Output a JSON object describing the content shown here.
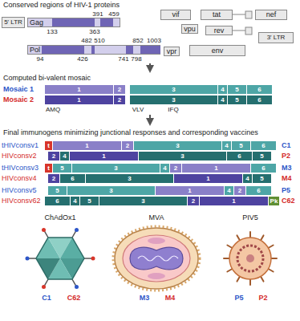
{
  "diagram": {
    "nodes": [
      {
        "text": [
          "5' LTR"
        ]
      },
      {
        "text": [
          "Gag"
        ]
      },
      {
        "text": [
          "vif"
        ]
      },
      {
        "text": [
          "tat"
        ]
      },
      {
        "text": [
          "nef"
        ]
      },
      {
        "text": [
          "vpu"
        ]
      },
      {
        "text": [
          "rev"
        ]
      },
      {
        "text": [
          "3' LTR"
        ]
      },
      {
        "text": [
          "Pol"
        ]
      },
      {
        "text": [
          "vpr"
        ]
      },
      {
        "text": [
          "env"
        ]
      },
      {
        "text": [
          "1"
        ]
      },
      {
        "text": [
          "2"
        ]
      },
      {
        "text": [
          "3"
        ]
      },
      {
        "text": [
          "4"
        ]
      },
      {
        "text": [
          "5"
        ]
      },
      {
        "text": [
          "6"
        ]
      },
      {
        "text": [
          "1"
        ]
      },
      {
        "text": [
          "2"
        ]
      },
      {
        "text": [
          "3"
        ]
      },
      {
        "text": [
          "4"
        ]
      },
      {
        "text": [
          "5"
        ]
      },
      {
        "text": [
          "6"
        ]
      },
      {
        "text": [
          "t"
        ]
      },
      {
        "text": [
          "1"
        ]
      },
      {
        "text": [
          "2"
        ]
      },
      {
        "text": [
          "3"
        ]
      },
      {
        "text": [
          "4"
        ]
      },
      {
        "text": [
          "5"
        ]
      },
      {
        "text": [
          "6"
        ]
      },
      {
        "text": [
          "2"
        ]
      },
      {
        "text": [
          "4"
        ]
      },
      {
        "text": [
          "1"
        ]
      },
      {
        "text": [
          "3"
        ]
      },
      {
        "text": [
          "6"
        ]
      },
      {
        "text": [
          "5"
        ]
      },
      {
        "text": [
          "t"
        ]
      },
      {
        "text": [
          "5"
        ]
      },
      {
        "text": [
          "3"
        ]
      },
      {
        "text": [
          "4"
        ]
      },
      {
        "text": [
          "2"
        ]
      },
      {
        "text": [
          "1"
        ]
      },
      {
        "text": [
          "6"
        ]
      },
      {
        "text": [
          "2"
        ]
      },
      {
        "text": [
          "6"
        ]
      },
      {
        "text": [
          "3"
        ]
      },
      {
        "text": [
          "1"
        ]
      },
      {
        "text": [
          "4"
        ]
      },
      {
        "text": [
          "5"
        ]
      },
      {
        "text": [
          "5"
        ]
      },
      {
        "text": [
          "3"
        ]
      },
      {
        "text": [
          "1"
        ]
      },
      {
        "text": [
          "4"
        ]
      },
      {
        "text": [
          "2"
        ]
      },
      {
        "text": [
          "6"
        ]
      },
      {
        "text": [
          "6"
        ]
      },
      {
        "text": [
          "4"
        ]
      },
      {
        "text": [
          "5"
        ]
      },
      {
        "text": [
          "3"
        ]
      },
      {
        "text": [
          "2"
        ]
      },
      {
        "text": [
          "1"
        ]
      },
      {
        "text": [
          "Pk"
        ]
      }
    ],
    "labels": [
      "Conserved regions of HIV-1 proteins",
      "391",
      "459",
      "133",
      "363",
      "482",
      "510",
      "852",
      "1003",
      "94",
      "426",
      "741",
      "798",
      "Computed bi-valent mosaic",
      "Mosaic 1",
      "Mosaic 2",
      "AMQ",
      "VLV",
      "IFQ",
      "Final immunogens minimizing junctional responses and corresponding vaccines",
      "tHIVconsv1",
      "C1",
      "HIVconsv2",
      "P2",
      "tHIVconsv3",
      "M3",
      "HIVconsv4",
      "M4",
      "HIVconsv5",
      "P5",
      "HIVconsv62",
      "C62",
      "ChAdOx1",
      "MVA",
      "PIV5",
      "C1",
      "C62",
      "M3",
      "M4",
      "P5",
      "P2"
    ]
  }
}
